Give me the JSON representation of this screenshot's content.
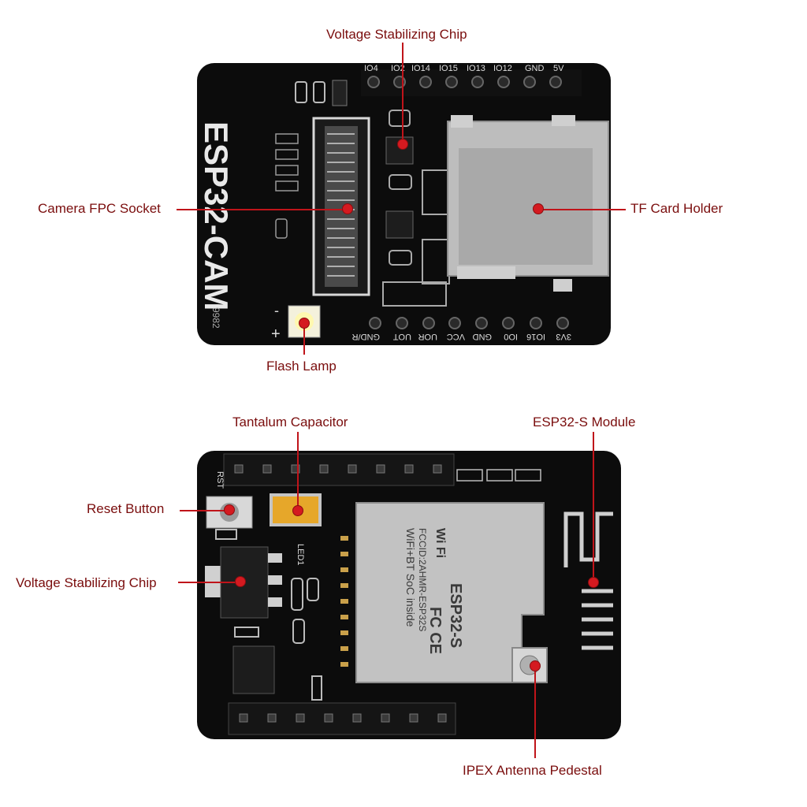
{
  "top_board": {
    "silkscreen_title": "ESP32-CAM",
    "silkscreen_code": "9982",
    "top_pins": [
      "IO4",
      "IO2",
      "IO14",
      "IO15",
      "IO13",
      "IO12",
      "GND",
      "5V"
    ],
    "bottom_pins": [
      "GND/R",
      "UOT",
      "UOR",
      "VCC",
      "GND",
      "IO0",
      "IO16",
      "3V3"
    ],
    "lamp_minus": "-",
    "lamp_plus": "+"
  },
  "bottom_board": {
    "rst_label": "RST",
    "led_label": "LED1",
    "module_lines": [
      "ESP32-S",
      "WiFi+BT SoC inside",
      "FCCID:2AHMR-ESP32S"
    ],
    "wifi_logo": "Wi Fi",
    "fcc_ce": "FC CE"
  },
  "callouts": {
    "voltage_chip_top": "Voltage Stabilizing Chip",
    "camera_fpc": "Camera FPC Socket",
    "tf_card": "TF Card Holder",
    "flash_lamp": "Flash Lamp",
    "tantalum": "Tantalum Capacitor",
    "esp32s_module": "ESP32-S Module",
    "reset_button": "Reset Button",
    "voltage_chip_bottom": "Voltage Stabilizing Chip",
    "ipex": "IPEX Antenna Pedestal"
  },
  "colors": {
    "board": "#0c0c0c",
    "callout_line": "#c0141a",
    "callout_text": "#7a0d0d",
    "sd_metal": "#bdbdbd"
  }
}
